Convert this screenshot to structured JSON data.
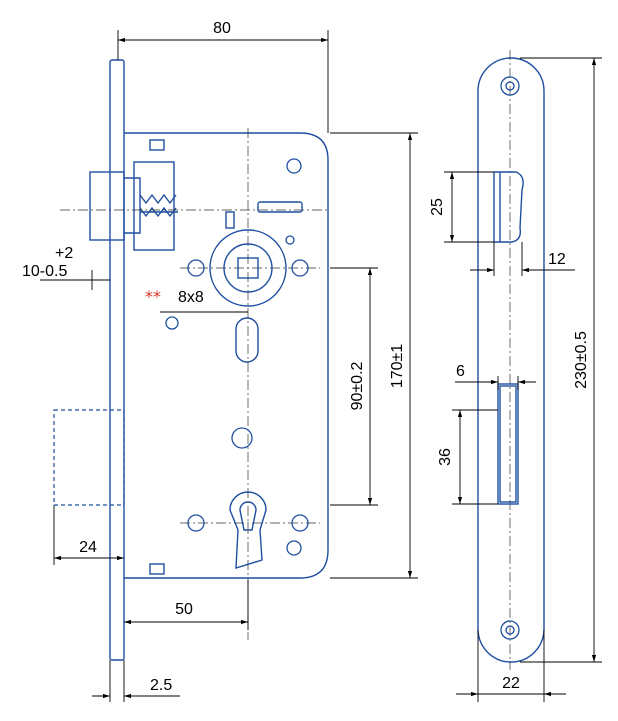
{
  "dimensions": {
    "width_top": "80",
    "tol_plus": "+2",
    "tol_minus": "10-0.5",
    "square": "8x8",
    "distance": "90±0.2",
    "height": "170±1",
    "backset_24": "24",
    "backset_50": "50",
    "plate_thk": "2.5",
    "latch_25": "25",
    "latch_12": "12",
    "bolt_6": "6",
    "bolt_36": "36",
    "plate_22": "22",
    "plate_230": "230±0.5"
  },
  "marks": {
    "stars": "**"
  },
  "colors": {
    "outline": "#1f4fa0",
    "star": "#d9342b"
  }
}
